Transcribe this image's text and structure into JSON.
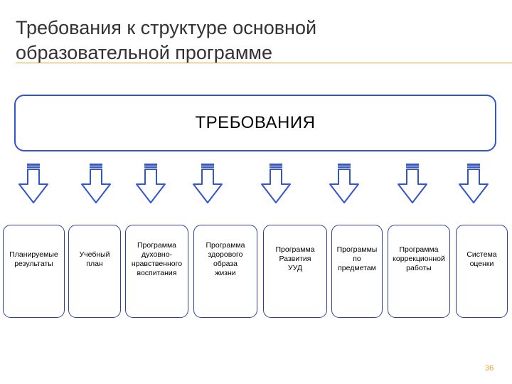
{
  "slide": {
    "title": "Требования к структуре основной\nобразовательной программе",
    "main_label": "ТРЕБОВАНИЯ",
    "page_number": "36",
    "colors": {
      "box_border": "#2c3fa0",
      "arrow": "#3355cc",
      "title_rule": "#e8a33a",
      "page_number": "#e8a33a"
    },
    "items": [
      {
        "label": "Планируемые\nрезультаты"
      },
      {
        "label": "Учебный\nплан"
      },
      {
        "label": "Программа\nдуховно-\nнравственного\nвоспитания"
      },
      {
        "label": "Программа\nздорового\nобраза\nжизни"
      },
      {
        "label": "Программа\nРазвития\nУУД"
      },
      {
        "label": "Программы\nпо\nпредметам"
      },
      {
        "label": "Программа\nкоррекционной\nработы"
      },
      {
        "label": "Система\nоценки"
      }
    ]
  }
}
